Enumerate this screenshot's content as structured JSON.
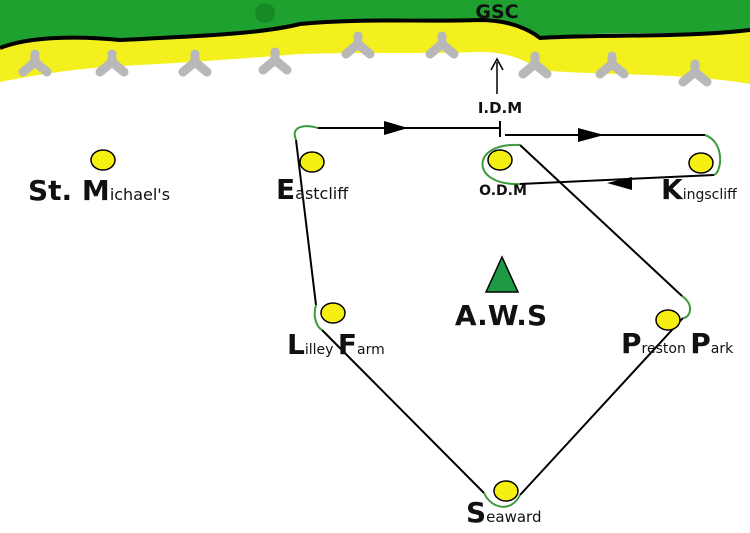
{
  "colors": {
    "grass": "#1fa12f",
    "sand": "#f4f01e",
    "groyne": "#b8b8b8",
    "marker": "#f6ef12",
    "route_line": "#000000",
    "turn_curve": "#3c9a3c",
    "aws": "#1e9a44"
  },
  "labels": {
    "gsc": "GSC",
    "idm": "I.D.M",
    "aws": "A.W.S",
    "odm": "O.D.M"
  },
  "places": [
    {
      "id": "st-michaels",
      "big": "St. M",
      "small": "ichael's"
    },
    {
      "id": "eastcliff",
      "big": "E",
      "small": "astcliff"
    },
    {
      "id": "kingscliff",
      "big": "K",
      "small": "ingscliff"
    },
    {
      "id": "lilley-farm-a",
      "big": "L",
      "small": "illey "
    },
    {
      "id": "lilley-farm-b",
      "big": "F",
      "small": "arm"
    },
    {
      "id": "preston-park-a",
      "big": "P",
      "small": "reston "
    },
    {
      "id": "preston-park-b",
      "big": "P",
      "small": "ark"
    },
    {
      "id": "seaward",
      "big": "S",
      "small": "eaward"
    }
  ]
}
